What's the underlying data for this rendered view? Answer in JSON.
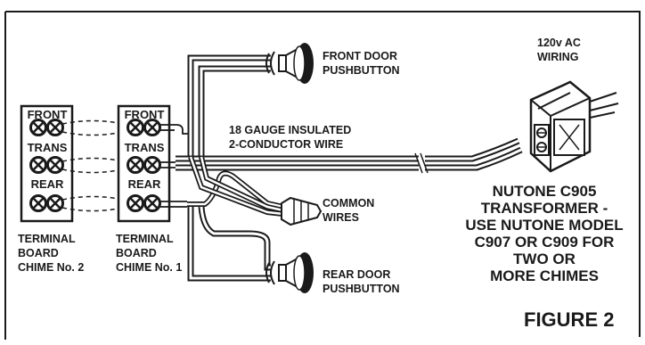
{
  "diagram": {
    "board2": {
      "terminals": [
        "FRONT",
        "TRANS",
        "REAR"
      ],
      "caption": [
        "TERMINAL",
        "BOARD",
        "CHIME No. 2"
      ]
    },
    "board1": {
      "terminals": [
        "FRONT",
        "TRANS",
        "REAR"
      ],
      "caption": [
        "TERMINAL",
        "BOARD",
        "CHIME No. 1"
      ]
    },
    "front_pushbutton": [
      "FRONT DOOR",
      "PUSHBUTTON"
    ],
    "rear_pushbutton": [
      "REAR DOOR",
      "PUSHBUTTON"
    ],
    "wire_label": [
      "18 GAUGE INSULATED",
      "2-CONDUCTOR WIRE"
    ],
    "common_wires": [
      "COMMON",
      "WIRES"
    ],
    "ac_wiring": [
      "120v AC",
      "WIRING"
    ],
    "transformer_note": [
      "NUTONE C905",
      "TRANSFORMER -",
      "USE NUTONE MODEL",
      "C907 OR C909 FOR",
      "TWO OR",
      "MORE CHIMES"
    ],
    "figure_label": "FIGURE 2"
  },
  "colors": {
    "ink": "#1a1a1a",
    "background": "#ffffff"
  }
}
